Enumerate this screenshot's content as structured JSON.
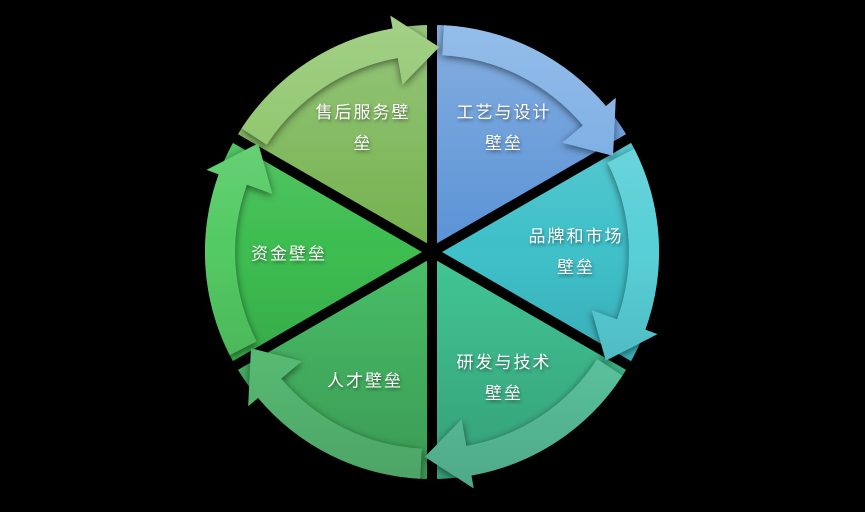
{
  "background_color": "#000000",
  "diagram": {
    "type": "segmented-cycle",
    "direction": "clockwise",
    "text_color": "#ffffff",
    "segments": [
      {
        "label": "工艺与设计壁垒",
        "position": "top-right",
        "color": "#5b93d6",
        "arrow_color": "#6fa7e2"
      },
      {
        "label": "品牌和市场壁垒",
        "position": "right",
        "color": "#3fc0c9",
        "arrow_color": "#58cfd6"
      },
      {
        "label": "研发与技术壁垒",
        "position": "bottom-right",
        "color": "#42c695",
        "arrow_color": "#63d4ab"
      },
      {
        "label": "人才壁垒",
        "position": "bottom-left",
        "color": "#49bf68",
        "arrow_color": "#5ecc7e"
      },
      {
        "label": "资金壁垒",
        "position": "left",
        "color": "#3dbd50",
        "arrow_color": "#52ca63"
      },
      {
        "label": "售后服务壁垒",
        "position": "top-left",
        "color": "#74b24e",
        "arrow_color": "#83c05d"
      }
    ]
  }
}
